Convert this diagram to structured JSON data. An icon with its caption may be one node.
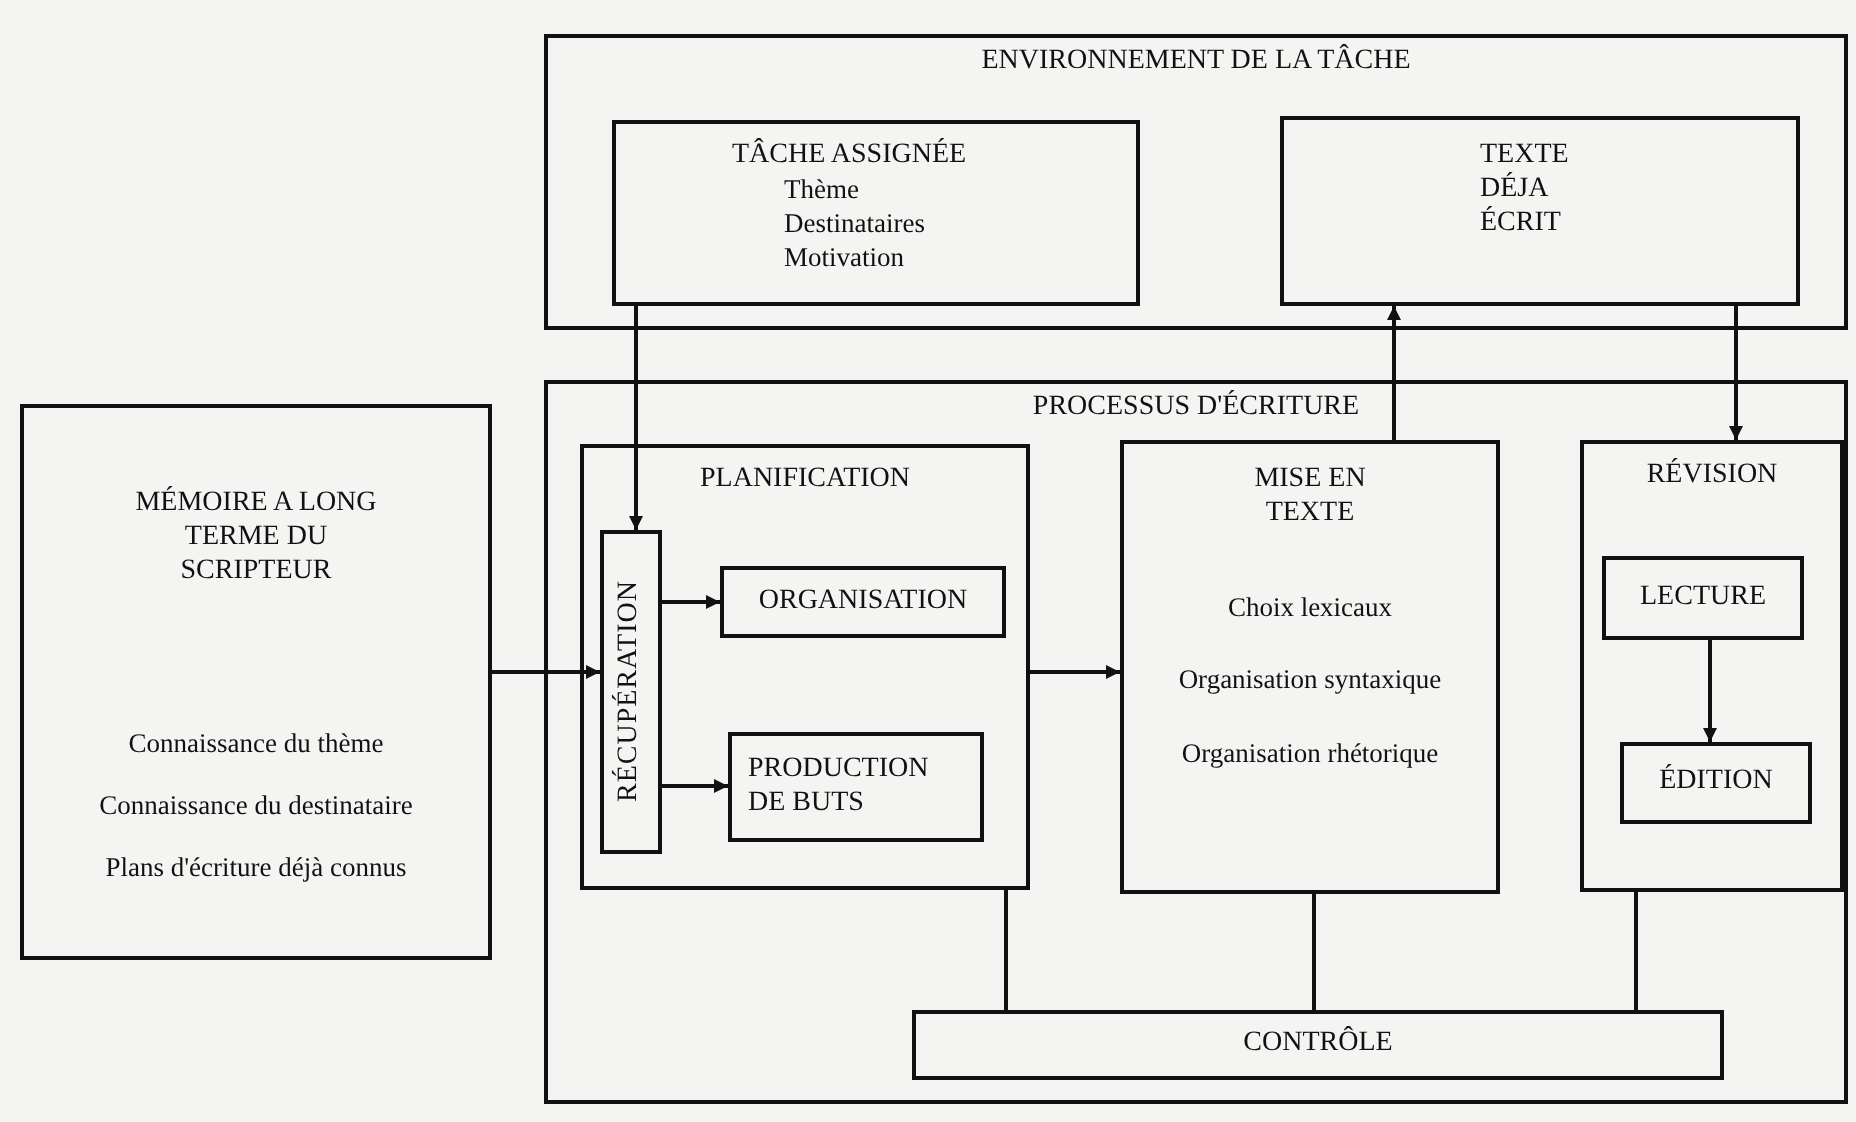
{
  "diagram": {
    "nodes": [
      {
        "text": [
          "ENVIRONNEMENT DE LA TÂCHE"
        ]
      },
      {
        "text": [
          "TÂCHE ASSIGNÉE",
          "Thème",
          "Destinataires",
          "Motivation"
        ],
        "in": 0
      },
      {
        "text": [
          "TEXTE DÉJA ÉCRIT"
        ],
        "in": 0
      },
      {
        "text": [
          "MÉMOIRE A LONG TERME DU SCRIPTEUR",
          "Connaissance du thème",
          "Connaissance du destinataire",
          "Plans d'écriture déjà connus"
        ]
      },
      {
        "text": [
          "PROCESSUS D'ÉCRITURE"
        ]
      },
      {
        "text": [
          "PLANIFICATION"
        ],
        "in": 4
      },
      {
        "text": [
          "RÉCUPÉRATION"
        ],
        "in": 5
      },
      {
        "text": [
          "ORGANISATION"
        ],
        "in": 5
      },
      {
        "text": [
          "PRODUCTION DE BUTS"
        ],
        "in": 5
      },
      {
        "text": [
          "MISE EN TEXTE",
          "Choix lexicaux",
          "Organisation syntaxique",
          "Organisation rhétorique"
        ],
        "in": 4
      },
      {
        "text": [
          "RÉVISION"
        ],
        "in": 4
      },
      {
        "text": [
          "LECTURE"
        ],
        "in": 10
      },
      {
        "text": [
          "ÉDITION"
        ],
        "in": 10
      },
      {
        "text": [
          "CONTRÔLE"
        ],
        "in": 4
      }
    ],
    "edges": [
      {
        "from": 1,
        "to": 6,
        "arrow": "to"
      },
      {
        "from": 3,
        "to": 6,
        "arrow": "to"
      },
      {
        "from": 6,
        "to": 7,
        "arrow": "to"
      },
      {
        "from": 6,
        "to": 8,
        "arrow": "to"
      },
      {
        "from": 5,
        "to": 9,
        "arrow": "to"
      },
      {
        "from": 9,
        "to": 2,
        "arrow": "to"
      },
      {
        "from": 2,
        "to": 10,
        "arrow": "to"
      },
      {
        "from": 11,
        "to": 12,
        "arrow": "to"
      },
      {
        "from": 5,
        "to": 13,
        "arrow": "none"
      },
      {
        "from": 9,
        "to": 13,
        "arrow": "none"
      },
      {
        "from": 10,
        "to": 13,
        "arrow": "none"
      }
    ]
  }
}
